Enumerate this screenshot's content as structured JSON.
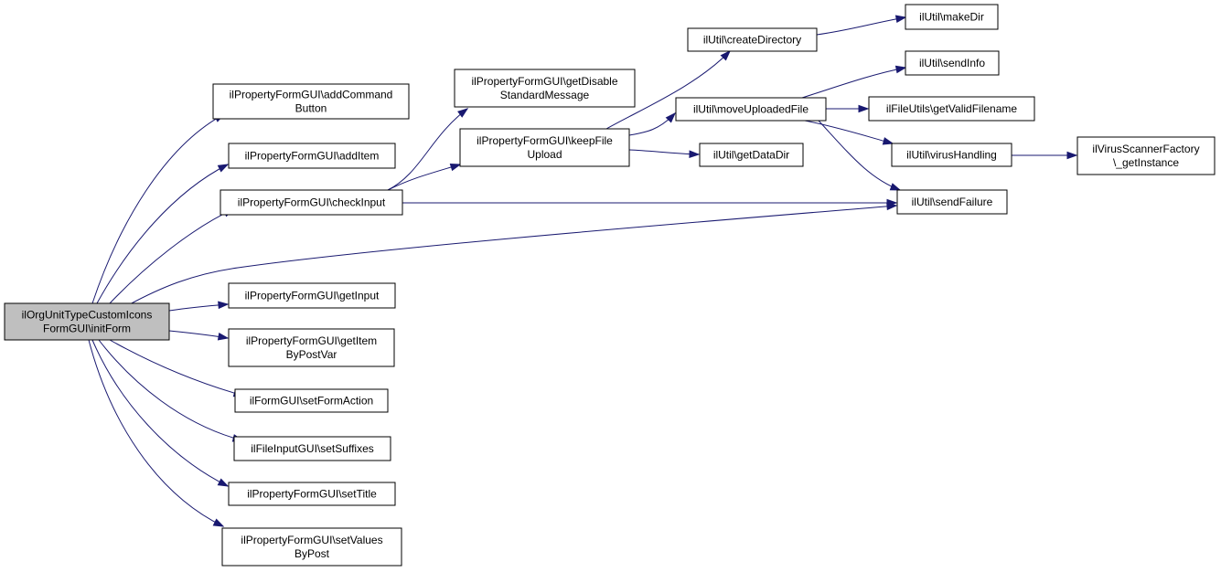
{
  "diagram": {
    "nodes": [
      {
        "id": "root",
        "lines": [
          "ilOrgUnitTypeCustomIcons",
          "FormGUI\\initForm"
        ],
        "highlight": true
      },
      {
        "id": "addCommandButton",
        "lines": [
          "ilPropertyFormGUI\\addCommand",
          "Button"
        ]
      },
      {
        "id": "addItem",
        "lines": [
          "ilPropertyFormGUI\\addItem"
        ]
      },
      {
        "id": "checkInput",
        "lines": [
          "ilPropertyFormGUI\\checkInput"
        ]
      },
      {
        "id": "getInput",
        "lines": [
          "ilPropertyFormGUI\\getInput"
        ]
      },
      {
        "id": "getItemByPostVar",
        "lines": [
          "ilPropertyFormGUI\\getItem",
          "ByPostVar"
        ]
      },
      {
        "id": "setFormAction",
        "lines": [
          "ilFormGUI\\setFormAction"
        ]
      },
      {
        "id": "setSuffixes",
        "lines": [
          "ilFileInputGUI\\setSuffixes"
        ]
      },
      {
        "id": "setTitle",
        "lines": [
          "ilPropertyFormGUI\\setTitle"
        ]
      },
      {
        "id": "setValuesByPost",
        "lines": [
          "ilPropertyFormGUI\\setValues",
          "ByPost"
        ]
      },
      {
        "id": "getDisableStandardMessage",
        "lines": [
          "ilPropertyFormGUI\\getDisable",
          "StandardMessage"
        ]
      },
      {
        "id": "keepFileUpload",
        "lines": [
          "ilPropertyFormGUI\\keepFile",
          "Upload"
        ]
      },
      {
        "id": "createDirectory",
        "lines": [
          "ilUtil\\createDirectory"
        ]
      },
      {
        "id": "moveUploadedFile",
        "lines": [
          "ilUtil\\moveUploadedFile"
        ]
      },
      {
        "id": "getDataDir",
        "lines": [
          "ilUtil\\getDataDir"
        ]
      },
      {
        "id": "makeDir",
        "lines": [
          "ilUtil\\makeDir"
        ]
      },
      {
        "id": "sendInfo",
        "lines": [
          "ilUtil\\sendInfo"
        ]
      },
      {
        "id": "getValidFilename",
        "lines": [
          "ilFileUtils\\getValidFilename"
        ]
      },
      {
        "id": "virusHandling",
        "lines": [
          "ilUtil\\virusHandling"
        ]
      },
      {
        "id": "sendFailure",
        "lines": [
          "ilUtil\\sendFailure"
        ]
      },
      {
        "id": "virusScannerGetInstance",
        "lines": [
          "ilVirusScannerFactory",
          "\\_getInstance"
        ]
      }
    ],
    "edges": [
      {
        "from": "root",
        "to": "addCommandButton"
      },
      {
        "from": "root",
        "to": "addItem"
      },
      {
        "from": "root",
        "to": "checkInput"
      },
      {
        "from": "root",
        "to": "sendFailure"
      },
      {
        "from": "root",
        "to": "getInput"
      },
      {
        "from": "root",
        "to": "getItemByPostVar"
      },
      {
        "from": "root",
        "to": "setFormAction"
      },
      {
        "from": "root",
        "to": "setSuffixes"
      },
      {
        "from": "root",
        "to": "setTitle"
      },
      {
        "from": "root",
        "to": "setValuesByPost"
      },
      {
        "from": "checkInput",
        "to": "getDisableStandardMessage"
      },
      {
        "from": "checkInput",
        "to": "keepFileUpload"
      },
      {
        "from": "checkInput",
        "to": "sendFailure"
      },
      {
        "from": "keepFileUpload",
        "to": "createDirectory"
      },
      {
        "from": "keepFileUpload",
        "to": "moveUploadedFile"
      },
      {
        "from": "keepFileUpload",
        "to": "getDataDir"
      },
      {
        "from": "createDirectory",
        "to": "makeDir"
      },
      {
        "from": "moveUploadedFile",
        "to": "sendInfo"
      },
      {
        "from": "moveUploadedFile",
        "to": "getValidFilename"
      },
      {
        "from": "moveUploadedFile",
        "to": "virusHandling"
      },
      {
        "from": "moveUploadedFile",
        "to": "sendFailure"
      },
      {
        "from": "virusHandling",
        "to": "virusScannerGetInstance"
      }
    ],
    "colors": {
      "edge": "#191970",
      "node_fill": "#ffffff",
      "root_fill": "#bfbfbf",
      "border": "#000000"
    }
  }
}
